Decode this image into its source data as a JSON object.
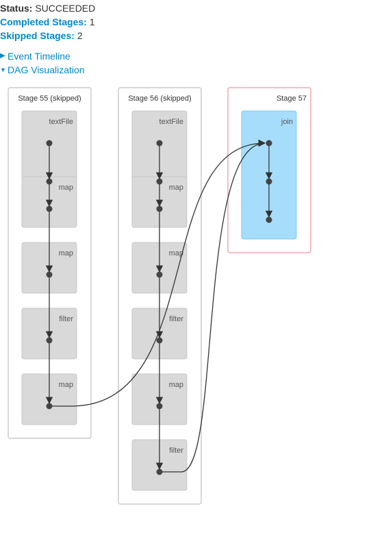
{
  "summary": {
    "status_label": "Status:",
    "status_value": "SUCCEEDED",
    "completed_label": "Completed Stages:",
    "completed_value": "1",
    "skipped_label": "Skipped Stages:",
    "skipped_value": "2"
  },
  "toggles": {
    "event_timeline": "Event Timeline",
    "dag_visualization": "DAG Visualization"
  },
  "icons": {
    "collapsed": "arrow-right-icon",
    "expanded": "arrow-down-icon"
  },
  "colors": {
    "link": "#0088cc",
    "skipped_stage_border": "#cccccc",
    "active_stage_border": "#f0a8b4",
    "rdd_box": "#d9d9d9",
    "active_rdd_box": "#a6ddfa",
    "edge": "#333333"
  },
  "stages": [
    {
      "label": "Stage 55 (skipped)",
      "state": "skipped",
      "clusters": [
        "textFile",
        "map",
        "map",
        "filter",
        "map"
      ]
    },
    {
      "label": "Stage 56 (skipped)",
      "state": "skipped",
      "clusters": [
        "textFile",
        "map",
        "map",
        "filter",
        "map",
        "filter"
      ]
    },
    {
      "label": "Stage 57",
      "state": "active",
      "clusters": [
        "join"
      ]
    }
  ]
}
